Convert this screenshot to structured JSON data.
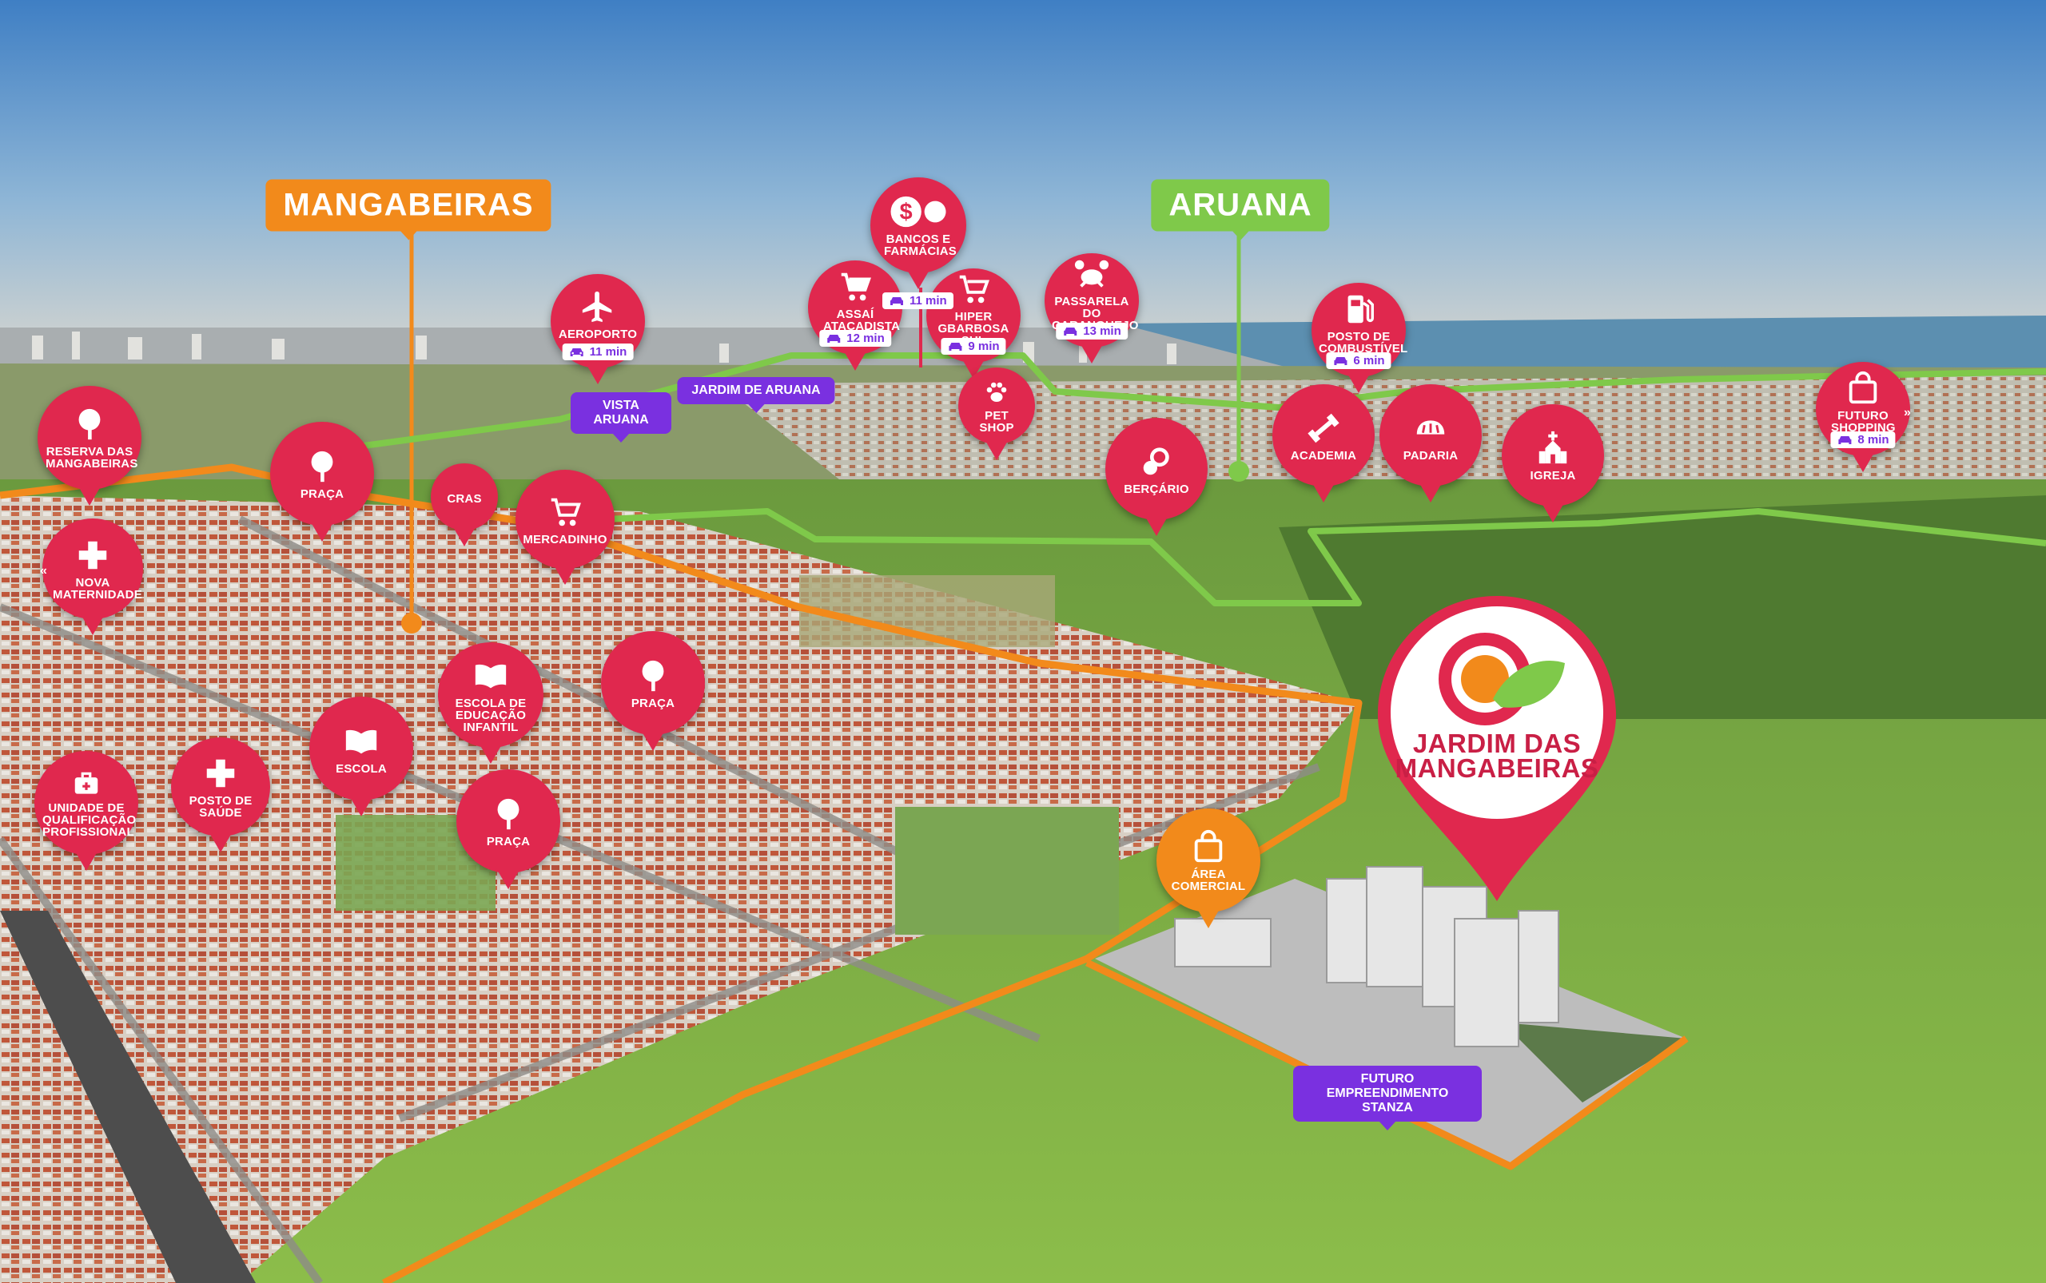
{
  "colors": {
    "pin_red": "#e0284e",
    "orange": "#f28a1b",
    "green": "#7fc94a",
    "purple": "#7a30e0",
    "logo_red": "#c91f45"
  },
  "neighborhoods": {
    "mangabeiras": "MANGABEIRAS",
    "aruana": "ARUANA"
  },
  "tags": {
    "vista_aruana": "VISTA ARUANA",
    "jardim_aruana": "JARDIM DE ARUANA",
    "futuro": "FUTURO EMPREENDIMENTO STANZA"
  },
  "pins": {
    "aeroporto": {
      "label": "AEROPORTO",
      "time": "11 min",
      "icon": "airplane-icon"
    },
    "bancos": {
      "label": "BANCOS E FARMÁCIAS",
      "icon": "bank-pharmacy-icon"
    },
    "assai": {
      "label": "ASSAÍ ATACADISTA",
      "time": "12 min",
      "icon": "cart-icon"
    },
    "hiper": {
      "label": "HIPER GBARBOSA SUL",
      "time": "9 min",
      "icon": "cart-icon",
      "time_top": "11 min"
    },
    "passarela": {
      "label": "PASSARELA DO CARANGUEJO",
      "time": "13 min",
      "icon": "crab-icon"
    },
    "pet": {
      "label": "PET SHOP",
      "icon": "paw-icon"
    },
    "posto_comb": {
      "label": "POSTO DE COMBUSTÍVEL",
      "time": "6 min",
      "icon": "fuel-icon"
    },
    "reserva": {
      "label": "RESERVA DAS MANGABEIRAS",
      "icon": "tree-icon"
    },
    "praca1": {
      "label": "PRAÇA",
      "icon": "tree-icon"
    },
    "cras": {
      "label": "CRAS"
    },
    "mercadinho": {
      "label": "MERCADINHO",
      "icon": "cart-icon"
    },
    "bercario": {
      "label": "BERÇÁRIO",
      "icon": "pacifier-icon"
    },
    "academia": {
      "label": "ACADEMIA",
      "icon": "dumbbell-icon"
    },
    "padaria": {
      "label": "PADARIA",
      "icon": "bread-icon"
    },
    "igreja": {
      "label": "IGREJA",
      "icon": "church-icon"
    },
    "futuro_shopping": {
      "label": "FUTURO SHOPPING",
      "time": "8 min",
      "icon": "shopping-bag-icon"
    },
    "maternidade": {
      "label": "NOVA MATERNIDADE",
      "icon": "cross-icon"
    },
    "escola_inf": {
      "label": "ESCOLA DE EDUCAÇÃO INFANTIL",
      "icon": "book-icon"
    },
    "praca2": {
      "label": "PRAÇA",
      "icon": "tree-icon"
    },
    "escola": {
      "label": "ESCOLA",
      "icon": "book-icon"
    },
    "unidade": {
      "label": "UNIDADE DE QUALIFICAÇÃO PROFISSIONAL",
      "icon": "kit-icon"
    },
    "posto_saude": {
      "label": "POSTO DE SAÚDE",
      "icon": "cross-icon"
    },
    "praca3": {
      "label": "PRAÇA",
      "icon": "tree-icon"
    },
    "area_comercial": {
      "label": "ÁREA COMERCIAL",
      "icon": "shopping-bag-icon"
    }
  },
  "logo": {
    "line1": "JARDIM DAS",
    "line2": "MANGABEIRAS"
  }
}
